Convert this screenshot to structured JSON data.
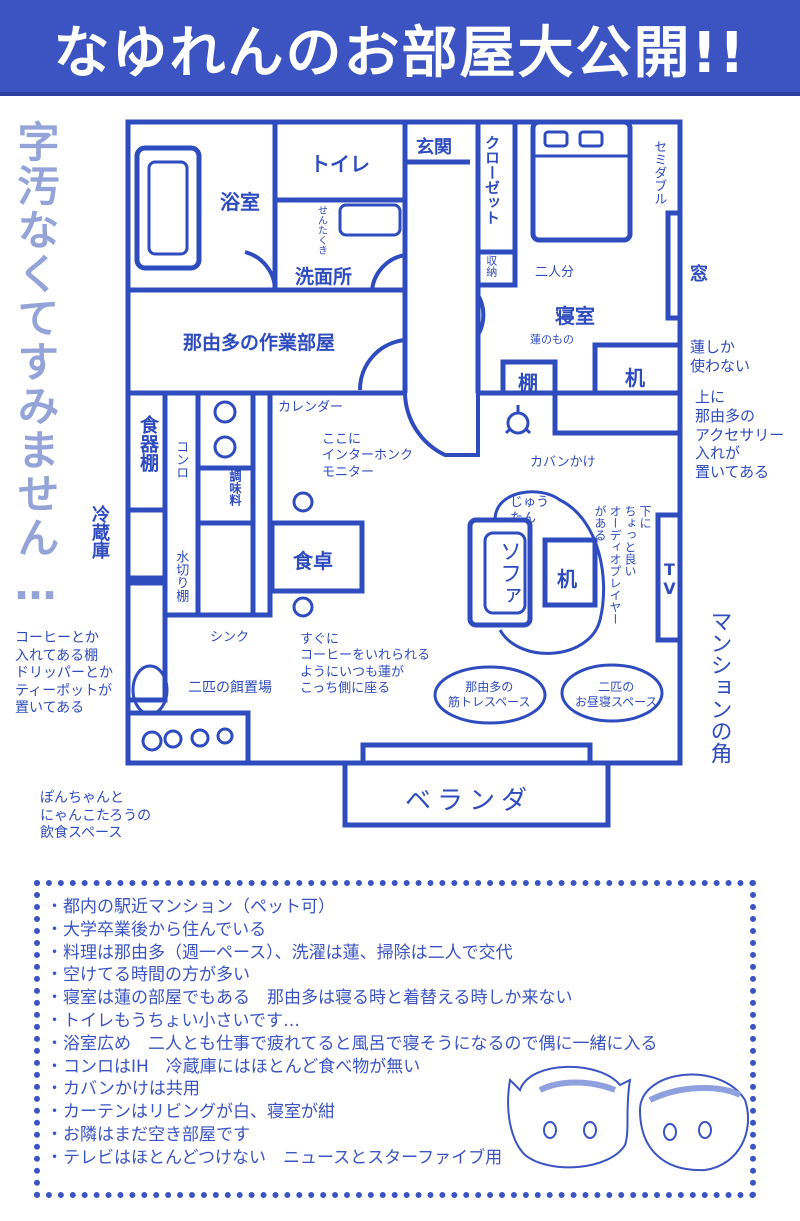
{
  "title": "なゆれんのお部屋大公開!!",
  "side_note": "字汚なくてすみません…",
  "colors": {
    "primary": "#2f4cbf",
    "title_bg": "#3b54c2",
    "side_note": "#95a4d8"
  },
  "rooms": {
    "bathroom": "浴室",
    "toilet": "トイレ",
    "washroom": "洗面所",
    "entrance": "玄関",
    "closet": "クローゼット",
    "storage": "収納",
    "bedroom": "寝室",
    "workroom": "那由多の作業部屋",
    "shelf": "棚",
    "bedroom_desk": "机",
    "window": "窓",
    "dish_shelf": "食器棚",
    "fridge": "冷蔵庫",
    "seasoning": "調味料",
    "dining_table": "食卓",
    "sofa": "ソファ",
    "living_desk": "机",
    "tv": "TV",
    "veranda": "ベランダ"
  },
  "annotations": {
    "toilet_cleaner": "せんたくき",
    "for_two": "二人分",
    "semi_double": "セミダブル",
    "ren_items": "蓮のもの",
    "ren_only": "蓮しか\n使わない",
    "accessories": "上に\n那由多の\nアクセサリー\n入れが\n置いてある",
    "calendar": "カレンダー",
    "intercom": "ここに\nインターホンク\nモニター",
    "bag_hanger": "カバンかけ",
    "stove": "コンロ",
    "drawer_shelf": "水切り棚",
    "sink": "シンク",
    "carpet": "じゅう\nたん",
    "dvd_player": "下に\nちょっと良い\nオーディオプレイヤー\nがある",
    "coffee_shelf": "コーヒーとか\n入れてある棚\nドリッパーとか\nティーポットが\n置いてある",
    "feeding_spot": "二匹の餌置場",
    "coffee_seat": "すぐに\nコーヒーをいれられる\nようにいつも蓮が\nこっち側に座る",
    "training_space": "那由多の\n筋トレスペース",
    "nap_space": "二匹の\nお昼寝スペース",
    "pet_food": "ぽんちゃんと\nにゃんこたろうの\n飲食スペース",
    "corner": "マンションの角"
  },
  "notes": [
    "・都内の駅近マンション（ペット可）",
    "・大学卒業後から住んでいる",
    "・料理は那由多（週一ペース）、洗濯は蓮、掃除は二人で交代",
    "・空けてる時間の方が多い",
    "・寝室は蓮の部屋でもある　那由多は寝る時と着替える時しか来ない",
    "・トイレもうちょい小さいです…",
    "・浴室広め　二人とも仕事で疲れてると風呂で寝そうになるので偶に一緒に入る",
    "・コンロはIH　冷蔵庫にはほとんど食べ物が無い",
    "・カバンかけは共用",
    "・カーテンはリビングが白、寝室が紺",
    "・お隣はまだ空き部屋です",
    "・テレビはほとんどつけない　ニュースとスターファイブ用"
  ]
}
